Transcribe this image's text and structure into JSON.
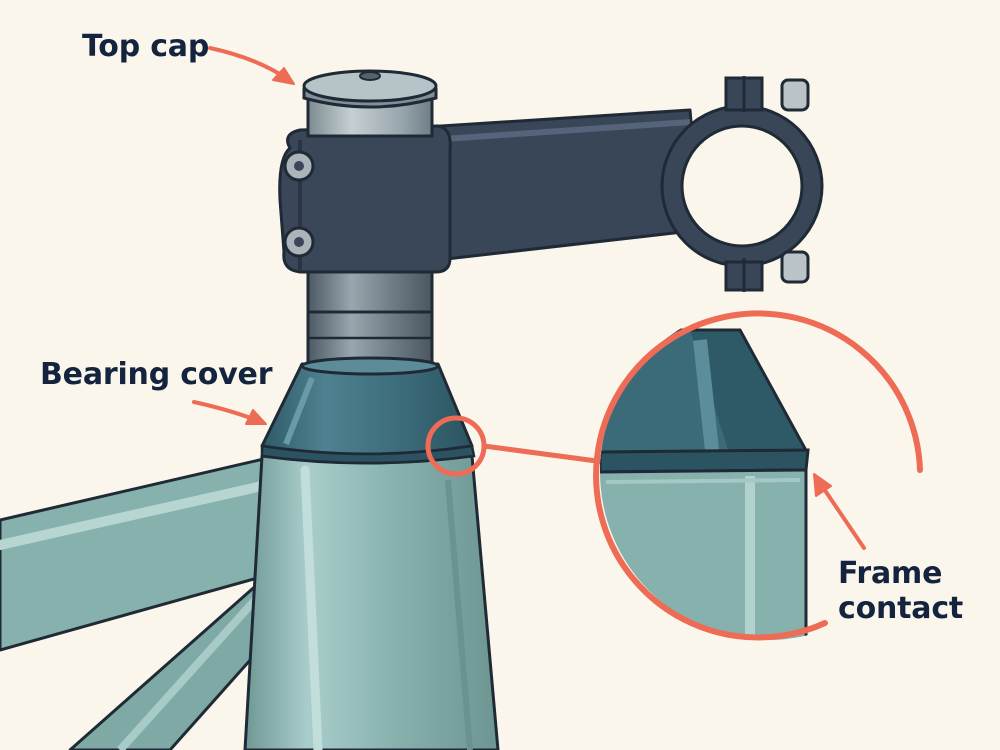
{
  "labels": {
    "top_cap": "Top cap",
    "bearing_cover": "Bearing cover",
    "frame_contact": [
      "Frame",
      "contact"
    ]
  },
  "colors": {
    "background": "#fbf6ec",
    "frame": "#88b3b0",
    "frame_highlight": "#b4d3cf",
    "frame_shadow": "#6d9894",
    "bearing_cover": "#3f6f7c",
    "bearing_cover_dark": "#2d5664",
    "stem": "#394657",
    "stem_dark": "#2a3442",
    "spacer": "#6f7c85",
    "spacer_light": "#95a2aa",
    "outline": "#1f2a36",
    "callout": "#ee6b55",
    "label_text": "#14243f"
  }
}
